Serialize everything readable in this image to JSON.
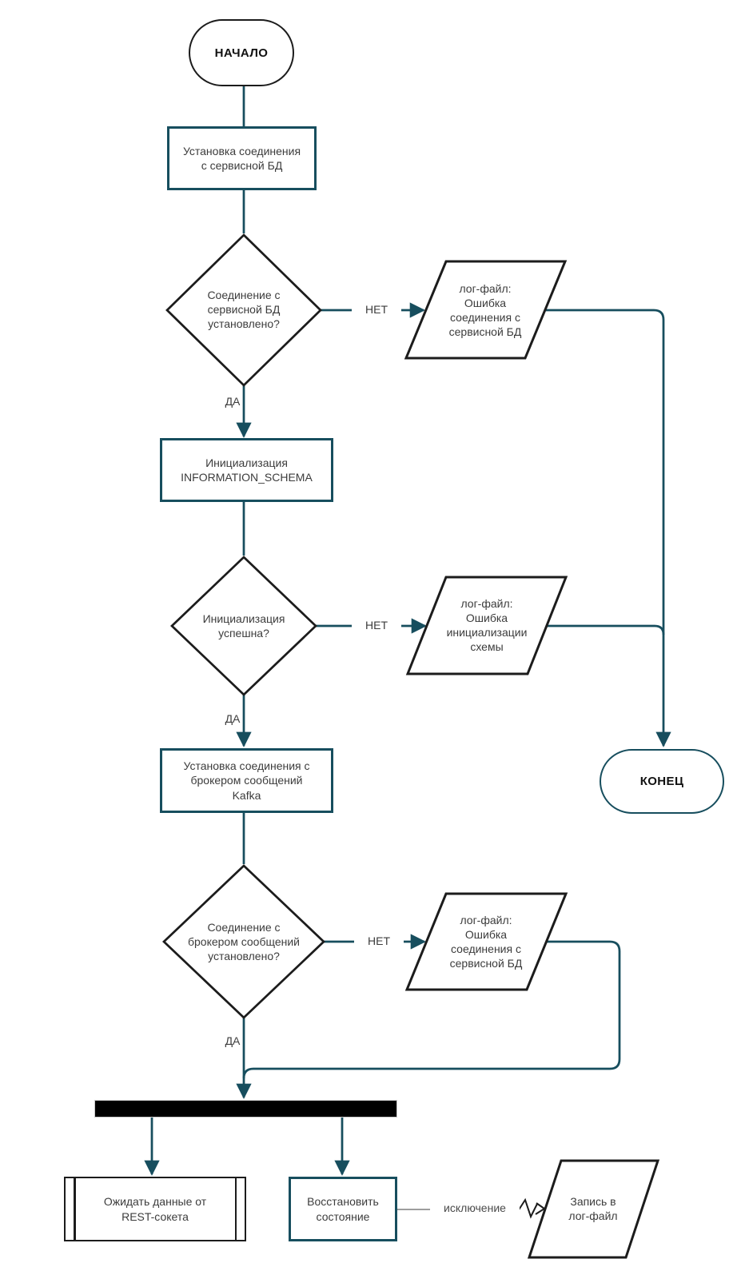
{
  "colors": {
    "flow_line": "#174E5E",
    "shape_outline": "#1c1c1c",
    "text": "#3c3c3c",
    "fork_bar": "#000000",
    "exception_line": "#9e9e9e"
  },
  "nodes": {
    "start": {
      "type": "terminator",
      "label": "НАЧАЛО"
    },
    "connect_service_db": {
      "type": "process",
      "label": "Установка соединения\nс сервисной БД"
    },
    "service_db_connected": {
      "type": "decision",
      "label": "Соединение с\nсервисной БД\nустановлено?"
    },
    "log_error_connection_1": {
      "type": "io",
      "label": "лог-файл:\nОшибка\nсоединения с\nсервисной БД"
    },
    "init_information_schema": {
      "type": "process",
      "label": "Инициализация\nINFORMATION_SCHEMA"
    },
    "init_successful": {
      "type": "decision",
      "label": "Инициализация\nуспешна?"
    },
    "log_error_init_schema": {
      "type": "io",
      "label": "лог-файл:\nОшибка\nинициализации\nсхемы"
    },
    "end": {
      "type": "terminator",
      "label": "КОНЕЦ"
    },
    "connect_kafka": {
      "type": "process",
      "label": "Установка соединения с\nброкером сообщений\nKafka"
    },
    "kafka_connected": {
      "type": "decision",
      "label": "Соединение с\nброкером сообщений\nустановлено?"
    },
    "log_error_connection_2": {
      "type": "io",
      "label": "лог-файл:\nОшибка\nсоединения с\nсервисной БД"
    },
    "fork": {
      "type": "fork-bar"
    },
    "wait_rest_socket": {
      "type": "predefined-process",
      "label": "Ожидать данные от\nREST-сокета"
    },
    "restore_state": {
      "type": "process",
      "label": "Восстановить\nсостояние"
    },
    "write_log_file": {
      "type": "io",
      "label": "Запись в\nлог-файл"
    }
  },
  "edge_labels": {
    "no1": "НЕТ",
    "no2": "НЕТ",
    "no3": "НЕТ",
    "yes1": "ДА",
    "yes2": "ДА",
    "yes3": "ДА",
    "exception": "исключение"
  }
}
